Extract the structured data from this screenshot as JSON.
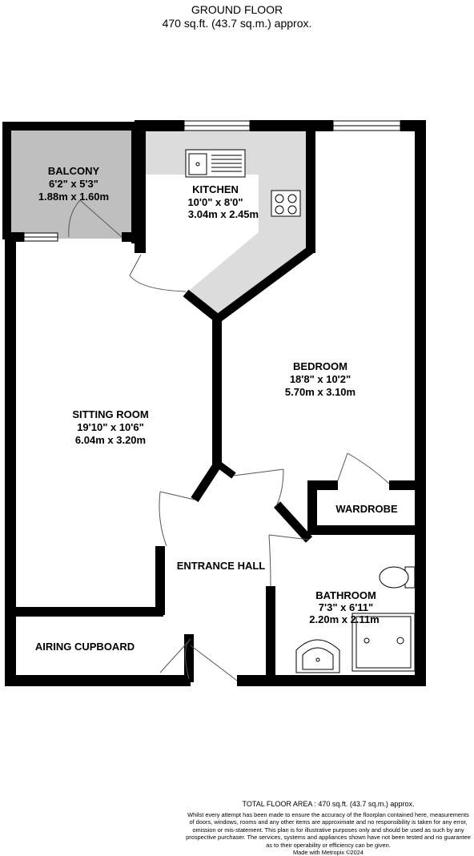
{
  "header": {
    "floor_title": "GROUND FLOOR",
    "floor_area": "470 sq.ft. (43.7 sq.m.) approx."
  },
  "rooms": {
    "balcony": {
      "name": "BALCONY",
      "imperial": "6'2\"  x 5'3\"",
      "metric": "1.88m  x 1.60m"
    },
    "kitchen": {
      "name": "KITCHEN",
      "imperial": "10'0\"  x 8'0\"",
      "metric": "3.04m  x 2.45m"
    },
    "bedroom": {
      "name": "BEDROOM",
      "imperial": "18'8\"  x 10'2\"",
      "metric": "5.70m  x 3.10m"
    },
    "sitting_room": {
      "name": "SITTING ROOM",
      "imperial": "19'10\"  x 10'6\"",
      "metric": "6.04m  x 3.20m"
    },
    "wardrobe": {
      "name": "WARDROBE"
    },
    "entrance_hall": {
      "name": "ENTRANCE HALL"
    },
    "bathroom": {
      "name": "BATHROOM",
      "imperial": "7'3\"  x 6'11\"",
      "metric": "2.20m  x 2.11m"
    },
    "airing_cupboard": {
      "name": "AIRING CUPBOARD"
    }
  },
  "colors": {
    "wall": "#000000",
    "balcony_fill": "#bfbfbf",
    "kitchen_fill": "#dcdcdc",
    "room_fill": "#ffffff"
  },
  "footer": {
    "total_area": "TOTAL FLOOR AREA : 470 sq.ft. (43.7 sq.m.) approx.",
    "disclaimer": [
      "Whilst every attempt has been made to ensure the accuracy of the floorplan contained here, measurements",
      "of doors, windows, rooms and any other items are approximate and no responsibility is taken for any error,",
      "omission or mis-statement. This plan is for illustrative purposes only and should be used as such by any",
      "prospective purchaser. The services, systems and appliances shown have not been tested and no guarantee",
      "as to their operability or efficiency can be given."
    ],
    "made_with": "Made with Metropix ©2024"
  }
}
